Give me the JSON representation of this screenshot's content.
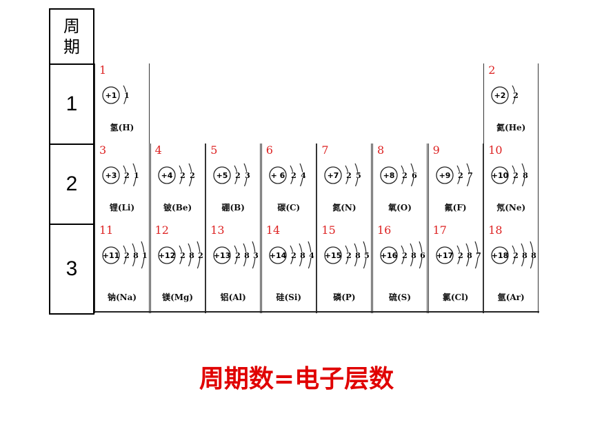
{
  "header": {
    "char1": "周",
    "char2": "期"
  },
  "periods": [
    "1",
    "2",
    "3"
  ],
  "elements": [
    {
      "z": "1",
      "name": "氢(H)",
      "nucleus": "+1",
      "shells": [
        "1"
      ]
    },
    {
      "z": "2",
      "name": "氦(He)",
      "nucleus": "+2",
      "shells": [
        "2"
      ]
    },
    {
      "z": "3",
      "name": "锂(Li)",
      "nucleus": "+3",
      "shells": [
        "2",
        "1"
      ]
    },
    {
      "z": "4",
      "name": "铍(Be)",
      "nucleus": "+4",
      "shells": [
        "2",
        "2"
      ]
    },
    {
      "z": "5",
      "name": "硼(B)",
      "nucleus": "+5",
      "shells": [
        "2",
        "3"
      ]
    },
    {
      "z": "6",
      "name": "碳(C)",
      "nucleus": "+ 6",
      "shells": [
        "2",
        "4"
      ]
    },
    {
      "z": "7",
      "name": "氮(N)",
      "nucleus": "+7",
      "shells": [
        "2",
        "5"
      ]
    },
    {
      "z": "8",
      "name": "氧(O)",
      "nucleus": "+8",
      "shells": [
        "2",
        "6"
      ]
    },
    {
      "z": "9",
      "name": "氟(F)",
      "nucleus": "+9",
      "shells": [
        "2",
        "7"
      ]
    },
    {
      "z": "10",
      "name": "氖(Ne)",
      "nucleus": "+10",
      "shells": [
        "2",
        "8"
      ]
    },
    {
      "z": "11",
      "name": "钠(Na)",
      "nucleus": "+11",
      "shells": [
        "2",
        "8",
        "1"
      ]
    },
    {
      "z": "12",
      "name": "镁(Mg)",
      "nucleus": "+12",
      "shells": [
        "2",
        "8",
        "2"
      ]
    },
    {
      "z": "13",
      "name": "铝(Al)",
      "nucleus": "+13",
      "shells": [
        "2",
        "8",
        "3"
      ]
    },
    {
      "z": "14",
      "name": "硅(Si)",
      "nucleus": "+14",
      "shells": [
        "2",
        "8",
        "4"
      ]
    },
    {
      "z": "15",
      "name": "磷(P)",
      "nucleus": "+15",
      "shells": [
        "2",
        "8",
        "5"
      ]
    },
    {
      "z": "16",
      "name": "硫(S)",
      "nucleus": "+16",
      "shells": [
        "2",
        "8",
        "6"
      ]
    },
    {
      "z": "17",
      "name": "氯(Cl)",
      "nucleus": "+17",
      "shells": [
        "2",
        "8",
        "7"
      ]
    },
    {
      "z": "18",
      "name": "氩(Ar)",
      "nucleus": "+18",
      "shells": [
        "2",
        "8",
        "8"
      ]
    }
  ],
  "caption": "周期数=电子层数",
  "colors": {
    "atomic_number": "#dd2222",
    "caption": "#e00000"
  }
}
